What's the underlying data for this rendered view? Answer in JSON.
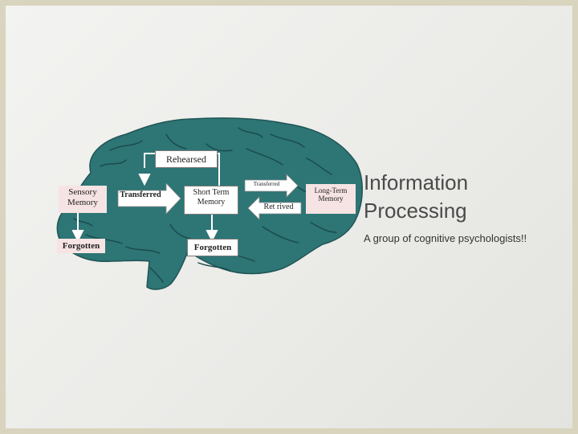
{
  "slide": {
    "title_line1": "Information",
    "title_line2": "Processing",
    "subtitle": "A group of cognitive psychologists!!"
  },
  "diagram": {
    "rehearsed": "Rehearsed",
    "sensory_memory_line1": "Sensory",
    "sensory_memory_line2": "Memory",
    "transferred_1": "Transferred",
    "short_term_memory_line1": "Short Term",
    "short_term_memory_line2": "Memory",
    "transferred_2": "Transferred",
    "retrived": "Ret rived",
    "long_term_memory_line1": "Long-Term",
    "long_term_memory_line2": "Memory",
    "forgotten_1": "Forgotten",
    "forgotten_2": "Forgotten"
  },
  "colors": {
    "brain": "#2e7575",
    "brain_fold": "#1a4a4a",
    "border": "#d8d4bd",
    "background": "#eeeeec"
  }
}
